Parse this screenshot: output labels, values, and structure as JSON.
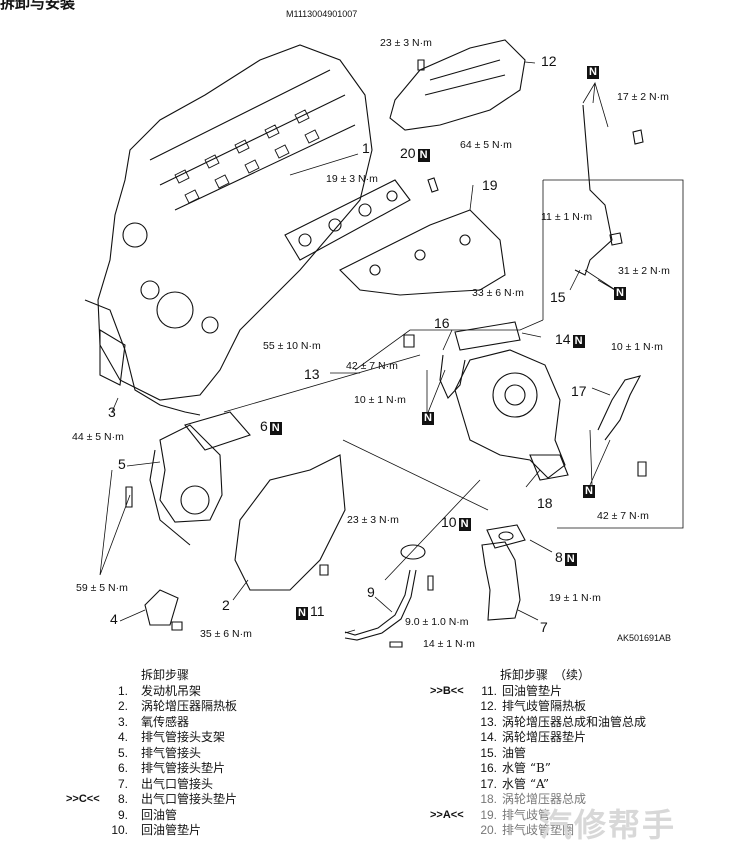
{
  "header": {
    "title": "拆卸与安装",
    "figure_code": "M1113004901007"
  },
  "figure": {
    "ref": "AK501691AB",
    "part_numbers": [
      "1",
      "2",
      "3",
      "4",
      "5",
      "6",
      "7",
      "8",
      "9",
      "10",
      "11",
      "12",
      "13",
      "14",
      "15",
      "16",
      "17",
      "18",
      "19",
      "20"
    ],
    "torque_labels": {
      "t_23_top": "23 ± 3 N·m",
      "t_17": "17 ± 2 N·m",
      "t_64": "64 ± 5 N·m",
      "t_19a": "19 ± 3 N·m",
      "t_11": "11 ± 1 N·m",
      "t_31": "31 ± 2 N·m",
      "t_33": "33 ± 6 N·m",
      "t_55": "55 ± 10 N·m",
      "t_42a": "42 ± 7 N·m",
      "t_10a": "10 ± 1 N·m",
      "t_10b": "10 ± 1 N·m",
      "t_44": "44 ± 5 N·m",
      "t_42b": "42 ± 7 N·m",
      "t_23b": "23 ± 3 N·m",
      "t_59": "59 ± 5 N·m",
      "t_35": "35 ± 6 N·m",
      "t_19b": "19 ± 1 N·m",
      "t_9": "9.0 ± 1.0 N·m",
      "t_14": "14 ± 1 N·m"
    },
    "n_marker": "N"
  },
  "steps_left": {
    "heading": "拆卸步骤",
    "items": [
      {
        "marker": "",
        "no": "1.",
        "text": "发动机吊架"
      },
      {
        "marker": "",
        "no": "2.",
        "text": "涡轮增压器隔热板"
      },
      {
        "marker": "",
        "no": "3.",
        "text": "氧传感器"
      },
      {
        "marker": "",
        "no": "4.",
        "text": "排气管接头支架"
      },
      {
        "marker": "",
        "no": "5.",
        "text": "排气管接头"
      },
      {
        "marker": "",
        "no": "6.",
        "text": "排气管接头垫片"
      },
      {
        "marker": "",
        "no": "7.",
        "text": "出气口管接头"
      },
      {
        "marker": ">>C<<",
        "no": "8.",
        "text": "出气口管接头垫片"
      },
      {
        "marker": "",
        "no": "9.",
        "text": "回油管"
      },
      {
        "marker": "",
        "no": "10.",
        "text": "回油管垫片"
      }
    ]
  },
  "steps_right": {
    "heading": "拆卸步骤　（续）",
    "items": [
      {
        "marker": ">>B<<",
        "no": "11.",
        "text": "回油管垫片"
      },
      {
        "marker": "",
        "no": "12.",
        "text": "排气歧管隔热板"
      },
      {
        "marker": "",
        "no": "13.",
        "text": "涡轮增压器总成和油管总成"
      },
      {
        "marker": "",
        "no": "14.",
        "text": "涡轮增压器垫片"
      },
      {
        "marker": "",
        "no": "15.",
        "text": "油管"
      },
      {
        "marker": "",
        "no": "16.",
        "text": "水管 “B”"
      },
      {
        "marker": "",
        "no": "17.",
        "text": "水管 “A”"
      },
      {
        "marker": "",
        "no": "18.",
        "text": "涡轮增压器总成"
      },
      {
        "marker": ">>A<<",
        "no": "19.",
        "text": "排气歧管"
      },
      {
        "marker": "",
        "no": "20.",
        "text": "排气歧管垫圈"
      }
    ]
  },
  "watermark": "汽修帮手"
}
